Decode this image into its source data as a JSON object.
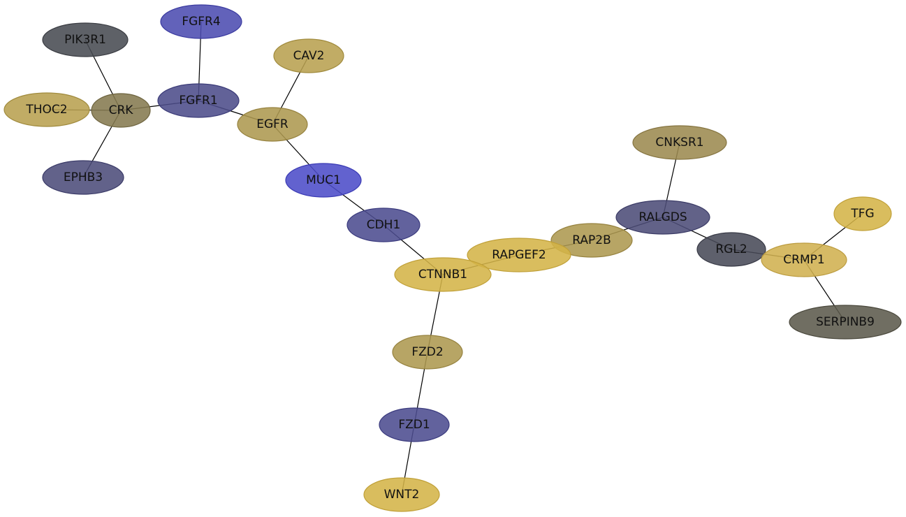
{
  "nodes": [
    {
      "id": "FGFR4",
      "label": "FGFR4",
      "fill": "#4c4cb0",
      "stroke": "#3b3ba0"
    },
    {
      "id": "PIK3R1",
      "label": "PIK3R1",
      "fill": "#484b52",
      "stroke": "#3a3c42"
    },
    {
      "id": "CAV2",
      "label": "CAV2",
      "fill": "#b8a050",
      "stroke": "#a08a3c"
    },
    {
      "id": "THOC2",
      "label": "THOC2",
      "fill": "#b8a050",
      "stroke": "#a08a3c"
    },
    {
      "id": "CRK",
      "label": "CRK",
      "fill": "#857a50",
      "stroke": "#6e643f"
    },
    {
      "id": "FGFR1",
      "label": "FGFR1",
      "fill": "#4c4c8a",
      "stroke": "#3b3b78"
    },
    {
      "id": "EGFR",
      "label": "EGFR",
      "fill": "#ad9850",
      "stroke": "#96823f"
    },
    {
      "id": "EPHB3",
      "label": "EPHB3",
      "fill": "#4c4c7a",
      "stroke": "#3b3b68"
    },
    {
      "id": "MUC1",
      "label": "MUC1",
      "fill": "#4c4cc8",
      "stroke": "#3b3bb4"
    },
    {
      "id": "CNKSR1",
      "label": "CNKSR1",
      "fill": "#9c8a50",
      "stroke": "#857440"
    },
    {
      "id": "CDH1",
      "label": "CDH1",
      "fill": "#4c4c90",
      "stroke": "#3b3b7e"
    },
    {
      "id": "RALGDS",
      "label": "RALGDS",
      "fill": "#4c4c78",
      "stroke": "#3b3b66"
    },
    {
      "id": "TFG",
      "label": "TFG",
      "fill": "#d4b448",
      "stroke": "#c0a038"
    },
    {
      "id": "RAP2B",
      "label": "RAP2B",
      "fill": "#ad9850",
      "stroke": "#96823f"
    },
    {
      "id": "RAPGEF2",
      "label": "RAPGEF2",
      "fill": "#d4b448",
      "stroke": "#c0a038"
    },
    {
      "id": "RGL2",
      "label": "RGL2",
      "fill": "#484a58",
      "stroke": "#383a46"
    },
    {
      "id": "CTNNB1",
      "label": "CTNNB1",
      "fill": "#d4b448",
      "stroke": "#c0a038"
    },
    {
      "id": "CRMP1",
      "label": "CRMP1",
      "fill": "#d0b050",
      "stroke": "#bc9c40"
    },
    {
      "id": "SERPINB9",
      "label": "SERPINB9",
      "fill": "#5c5a4c",
      "stroke": "#4a483c"
    },
    {
      "id": "FZD2",
      "label": "FZD2",
      "fill": "#ad9850",
      "stroke": "#96823f"
    },
    {
      "id": "FZD1",
      "label": "FZD1",
      "fill": "#4c4c90",
      "stroke": "#3b3b7e"
    },
    {
      "id": "WNT2",
      "label": "WNT2",
      "fill": "#d4b448",
      "stroke": "#c0a038"
    }
  ],
  "edges": [
    [
      "FGFR4",
      "FGFR1"
    ],
    [
      "PIK3R1",
      "CRK"
    ],
    [
      "THOC2",
      "CRK"
    ],
    [
      "EPHB3",
      "CRK"
    ],
    [
      "CRK",
      "FGFR1"
    ],
    [
      "FGFR1",
      "EGFR"
    ],
    [
      "CAV2",
      "EGFR"
    ],
    [
      "EGFR",
      "MUC1"
    ],
    [
      "MUC1",
      "CDH1"
    ],
    [
      "CDH1",
      "CTNNB1"
    ],
    [
      "CTNNB1",
      "RAPGEF2"
    ],
    [
      "RAPGEF2",
      "RAP2B"
    ],
    [
      "RAP2B",
      "RALGDS"
    ],
    [
      "CNKSR1",
      "RALGDS"
    ],
    [
      "RALGDS",
      "RGL2"
    ],
    [
      "RGL2",
      "CRMP1"
    ],
    [
      "TFG",
      "CRMP1"
    ],
    [
      "CRMP1",
      "SERPINB9"
    ],
    [
      "CTNNB1",
      "FZD2"
    ],
    [
      "FZD2",
      "FZD1"
    ],
    [
      "FZD1",
      "WNT2"
    ]
  ]
}
